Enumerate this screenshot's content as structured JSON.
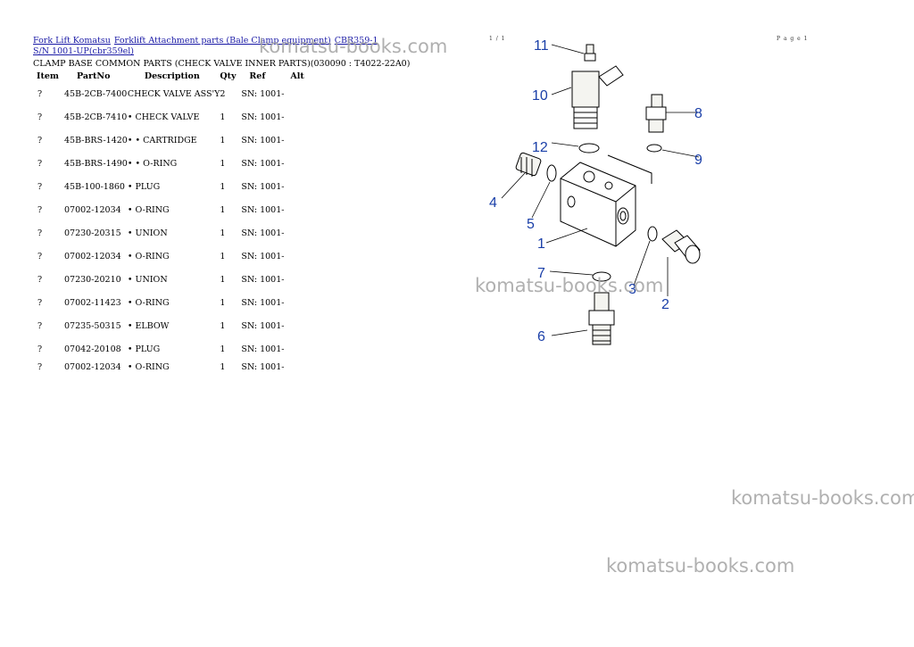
{
  "breadcrumb": {
    "link1": "Fork Lift Komatsu",
    "link2": "Forklift Attachment parts (Bale Clamp equipment)",
    "link3": "CBR359-1 S/N 1001-UP(cbr359el)"
  },
  "subtitle": "CLAMP BASE COMMON PARTS (CHECK VALVE INNER PARTS)(030090 : T4022-22A0)",
  "page_number": "1 / 1",
  "page_count": "P a g e 1",
  "table": {
    "headers": [
      "Item",
      "PartNo",
      "Description",
      "Qty",
      "Ref",
      "Alt"
    ],
    "rows": [
      {
        "item": "?",
        "part": "45B-2CB-7400",
        "desc": "CHECK VALVE ASS'Y",
        "qty": "2",
        "ref": "SN: 1001-"
      },
      {
        "item": "?",
        "part": "45B-2CB-7410",
        "desc": "• CHECK VALVE",
        "qty": "1",
        "ref": "SN: 1001-"
      },
      {
        "item": "?",
        "part": "45B-BRS-1420",
        "desc": "• • CARTRIDGE",
        "qty": "1",
        "ref": "SN: 1001-"
      },
      {
        "item": "?",
        "part": "45B-BRS-1490",
        "desc": "• • O-RING",
        "qty": "1",
        "ref": "SN: 1001-"
      },
      {
        "item": "?",
        "part": "45B-100-1860",
        "desc": "• PLUG",
        "qty": "1",
        "ref": "SN: 1001-"
      },
      {
        "item": "?",
        "part": "07002-12034",
        "desc": "• O-RING",
        "qty": "1",
        "ref": "SN: 1001-"
      },
      {
        "item": "?",
        "part": "07230-20315",
        "desc": "• UNION",
        "qty": "1",
        "ref": "SN: 1001-"
      },
      {
        "item": "?",
        "part": "07002-12034",
        "desc": "• O-RING",
        "qty": "1",
        "ref": "SN: 1001-"
      },
      {
        "item": "?",
        "part": "07230-20210",
        "desc": "• UNION",
        "qty": "1",
        "ref": "SN: 1001-"
      },
      {
        "item": "?",
        "part": "07002-11423",
        "desc": "• O-RING",
        "qty": "1",
        "ref": "SN: 1001-"
      },
      {
        "item": "?",
        "part": "07235-50315",
        "desc": "• ELBOW",
        "qty": "1",
        "ref": "SN: 1001-"
      },
      {
        "item": "?",
        "part": "07042-20108",
        "desc": "• PLUG",
        "qty": "1",
        "ref": "SN: 1001-"
      },
      {
        "item": "?",
        "part": "07002-12034",
        "desc": "• O-RING",
        "qty": "1",
        "ref": "SN: 1001-"
      }
    ]
  },
  "callouts": {
    "n1": "1",
    "n2": "2",
    "n3": "3",
    "n4": "4",
    "n5": "5",
    "n6": "6",
    "n7": "7",
    "n8": "8",
    "n9": "9",
    "n10": "10",
    "n11": "11",
    "n12": "12"
  },
  "watermark": "komatsu-books.com"
}
